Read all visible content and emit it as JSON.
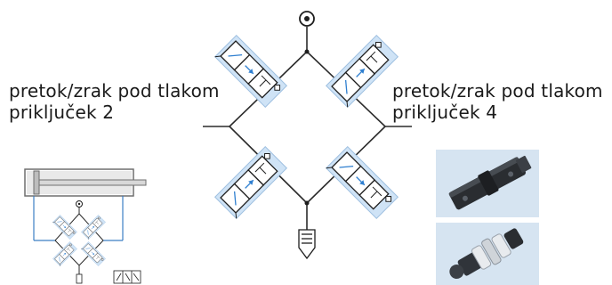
{
  "labels": {
    "left_line1": "pretok/zrak pod tlakom",
    "left_line2": "priključek 2",
    "right_line1": "pretok/zrak pod tlakom",
    "right_line2": "priključek 4"
  },
  "icons": {
    "supply": "pressure-source-icon",
    "exhaust": "silencer-icon",
    "valve": "check-valve-symbol-icon",
    "cylinder": "double-acting-cylinder-icon",
    "product_top": "valve-terminal-photo",
    "product_bottom": "cartridge-valve-photo"
  },
  "colors": {
    "line": "#2b2b2b",
    "valve_fill": "#cfe3f6",
    "valve_stroke": "#9dbfe0",
    "accent_blue": "#2f7fd0",
    "photo_bg": "#d6e4f1"
  }
}
